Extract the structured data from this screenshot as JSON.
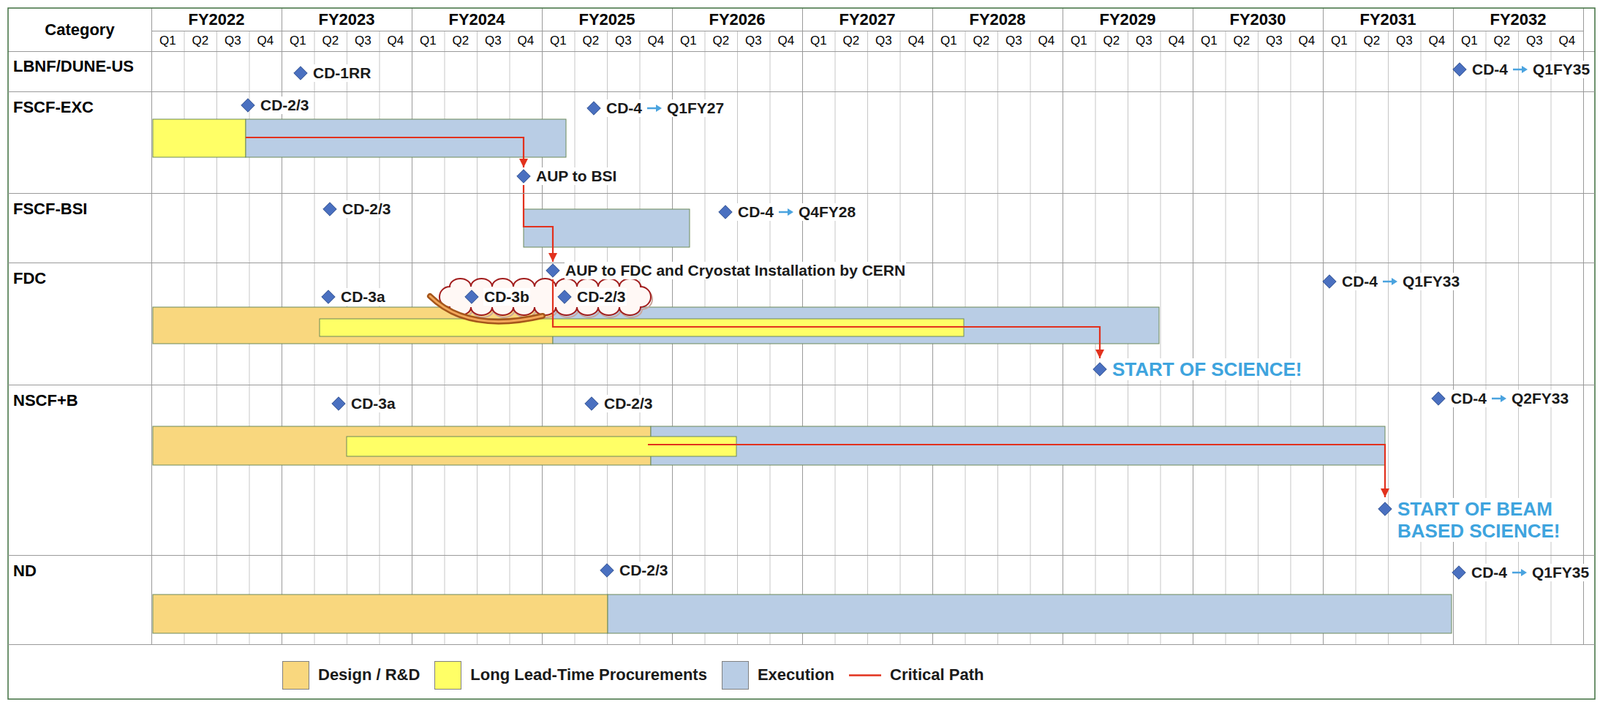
{
  "diagram": {
    "nodes": [
      {
        "text": [
          "LBNF/DUNE-US"
        ]
      },
      {
        "text": [
          "CD-1RR"
        ],
        "in": 0
      },
      {
        "text": [
          "CD-4",
          "Q1FY35"
        ],
        "in": 0
      },
      {
        "text": [
          "FSCF-EXC"
        ]
      },
      {
        "text": [
          "CD-2/3"
        ],
        "in": 3
      },
      {
        "text": [
          "CD-4",
          "Q1FY27"
        ],
        "in": 3
      },
      {
        "text": [
          "AUP to BSI"
        ],
        "in": 3
      },
      {
        "text": [
          "FSCF-BSI"
        ]
      },
      {
        "text": [
          "CD-2/3"
        ],
        "in": 7
      },
      {
        "text": [
          "CD-4",
          "Q4FY28"
        ],
        "in": 7
      },
      {
        "text": [
          "FDC"
        ]
      },
      {
        "text": [
          "AUP to FDC and Cryostat Installation by CERN"
        ],
        "in": 10
      },
      {
        "text": [
          "CD-3a"
        ],
        "in": 10
      },
      {
        "text": [
          "CD-3b"
        ],
        "in": 10
      },
      {
        "text": [
          "CD-2/3"
        ],
        "in": 10
      },
      {
        "text": [
          "CD-4",
          "Q1FY33"
        ],
        "in": 10
      },
      {
        "text": [
          "START OF SCIENCE!"
        ],
        "in": 10
      },
      {
        "text": [
          "NSCF+B"
        ]
      },
      {
        "text": [
          "CD-3a"
        ],
        "in": 17
      },
      {
        "text": [
          "CD-2/3"
        ],
        "in": 17
      },
      {
        "text": [
          "CD-4",
          "Q2FY33"
        ],
        "in": 17
      },
      {
        "text": [
          "START OF BEAM BASED SCIENCE!"
        ],
        "in": 17
      },
      {
        "text": [
          "ND"
        ]
      },
      {
        "text": [
          "CD-2/3"
        ],
        "in": 22
      },
      {
        "text": [
          "CD-4",
          "Q1FY35"
        ],
        "in": 22
      }
    ],
    "edges": [
      {
        "from": 6,
        "to": 11,
        "arrow": "to"
      },
      {
        "from": 11,
        "to": 16,
        "arrow": "to"
      }
    ],
    "labels": [
      "Category",
      "FY2022",
      "FY2023",
      "FY2024",
      "FY2025",
      "FY2026",
      "FY2027",
      "FY2028",
      "FY2029",
      "FY2030",
      "FY2031",
      "FY2032",
      "Q1",
      "Q2",
      "Q3",
      "Q4",
      "Q1",
      "Q2",
      "Q3",
      "Q4",
      "Q1",
      "Q2",
      "Q3",
      "Q4",
      "Q1",
      "Q2",
      "Q3",
      "Q4",
      "Q1",
      "Q2",
      "Q3",
      "Q4",
      "Q1",
      "Q2",
      "Q3",
      "Q4",
      "Q1",
      "Q2",
      "Q3",
      "Q4",
      "Q1",
      "Q2",
      "Q3",
      "Q4",
      "Q1",
      "Q2",
      "Q3",
      "Q4",
      "Q1",
      "Q2",
      "Q3",
      "Q4",
      "Q1",
      "Q2",
      "Q3",
      "Q4"
    ],
    "legend": [
      {
        "text": "Design / R&D",
        "color": "#f9d77e"
      },
      {
        "text": "Long Lead-Time Procurements",
        "color": "#ffff66"
      },
      {
        "text": "Execution",
        "color": "#b9cde5"
      },
      {
        "text": "Critical Path"
      }
    ]
  }
}
